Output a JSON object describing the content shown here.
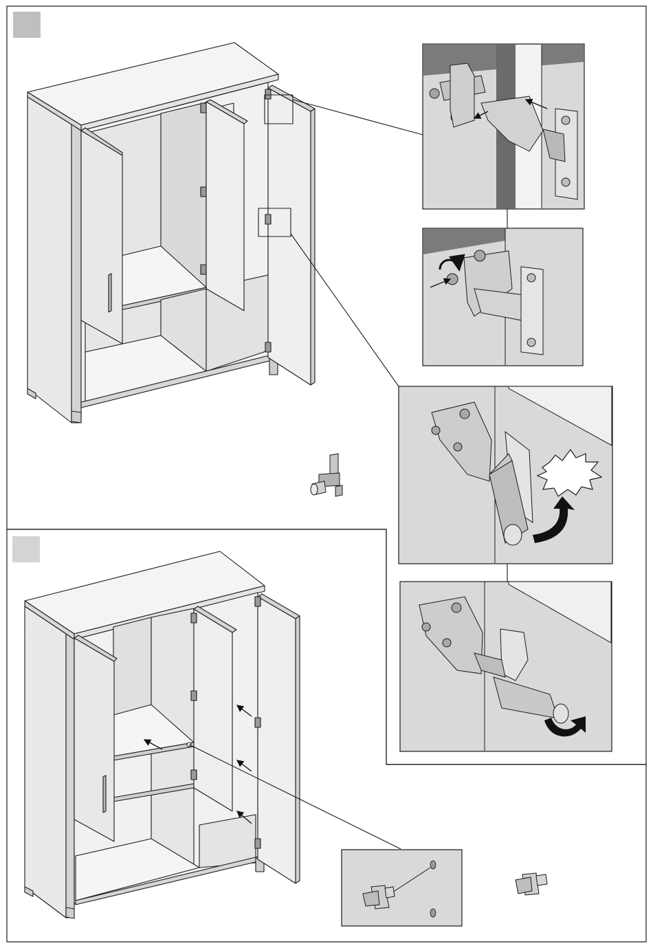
{
  "colors": {
    "page": "#ffffff",
    "line": "#1a1a1a",
    "panel": "#d9d9d9",
    "panel_dark": "#bdbdbd",
    "step_box": "#bfbfbf",
    "metal": "#b5b5b5",
    "metal_light": "#e6e6e6",
    "cabinet_face": "#f2f2f2",
    "cabinet_shade": "#dcdcdc",
    "arrow": "#111111"
  },
  "icons": {
    "step1": "step-number-box",
    "step2": "step-number-box",
    "hinge_adjust": "hinge-icon",
    "soft_close_damper": "damper-icon",
    "shelf_pin": "shelf-support-pin-icon",
    "click_sound": "click-burst-icon",
    "rotate": "rotate-arrow-icon"
  },
  "steps": [
    {
      "id": "step-1",
      "label": ""
    },
    {
      "id": "step-2",
      "label": ""
    }
  ]
}
